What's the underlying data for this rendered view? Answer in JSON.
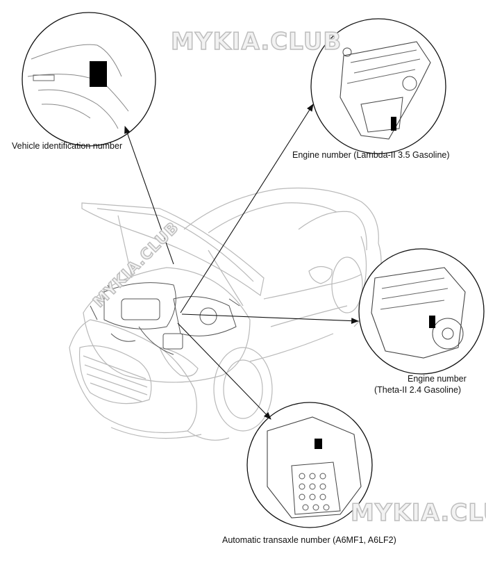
{
  "watermark": "MYKIA.CLUB",
  "labels": {
    "vin": "Vehicle identification number",
    "engine_lambda": "Engine number (Lambda-II 3.5 Gasoline)",
    "engine_theta_line1": "Engine number",
    "engine_theta_line2": "(Theta-II 2.4 Gasoline)",
    "transaxle": "Automatic transaxle number (A6MF1, A6LF2)"
  }
}
